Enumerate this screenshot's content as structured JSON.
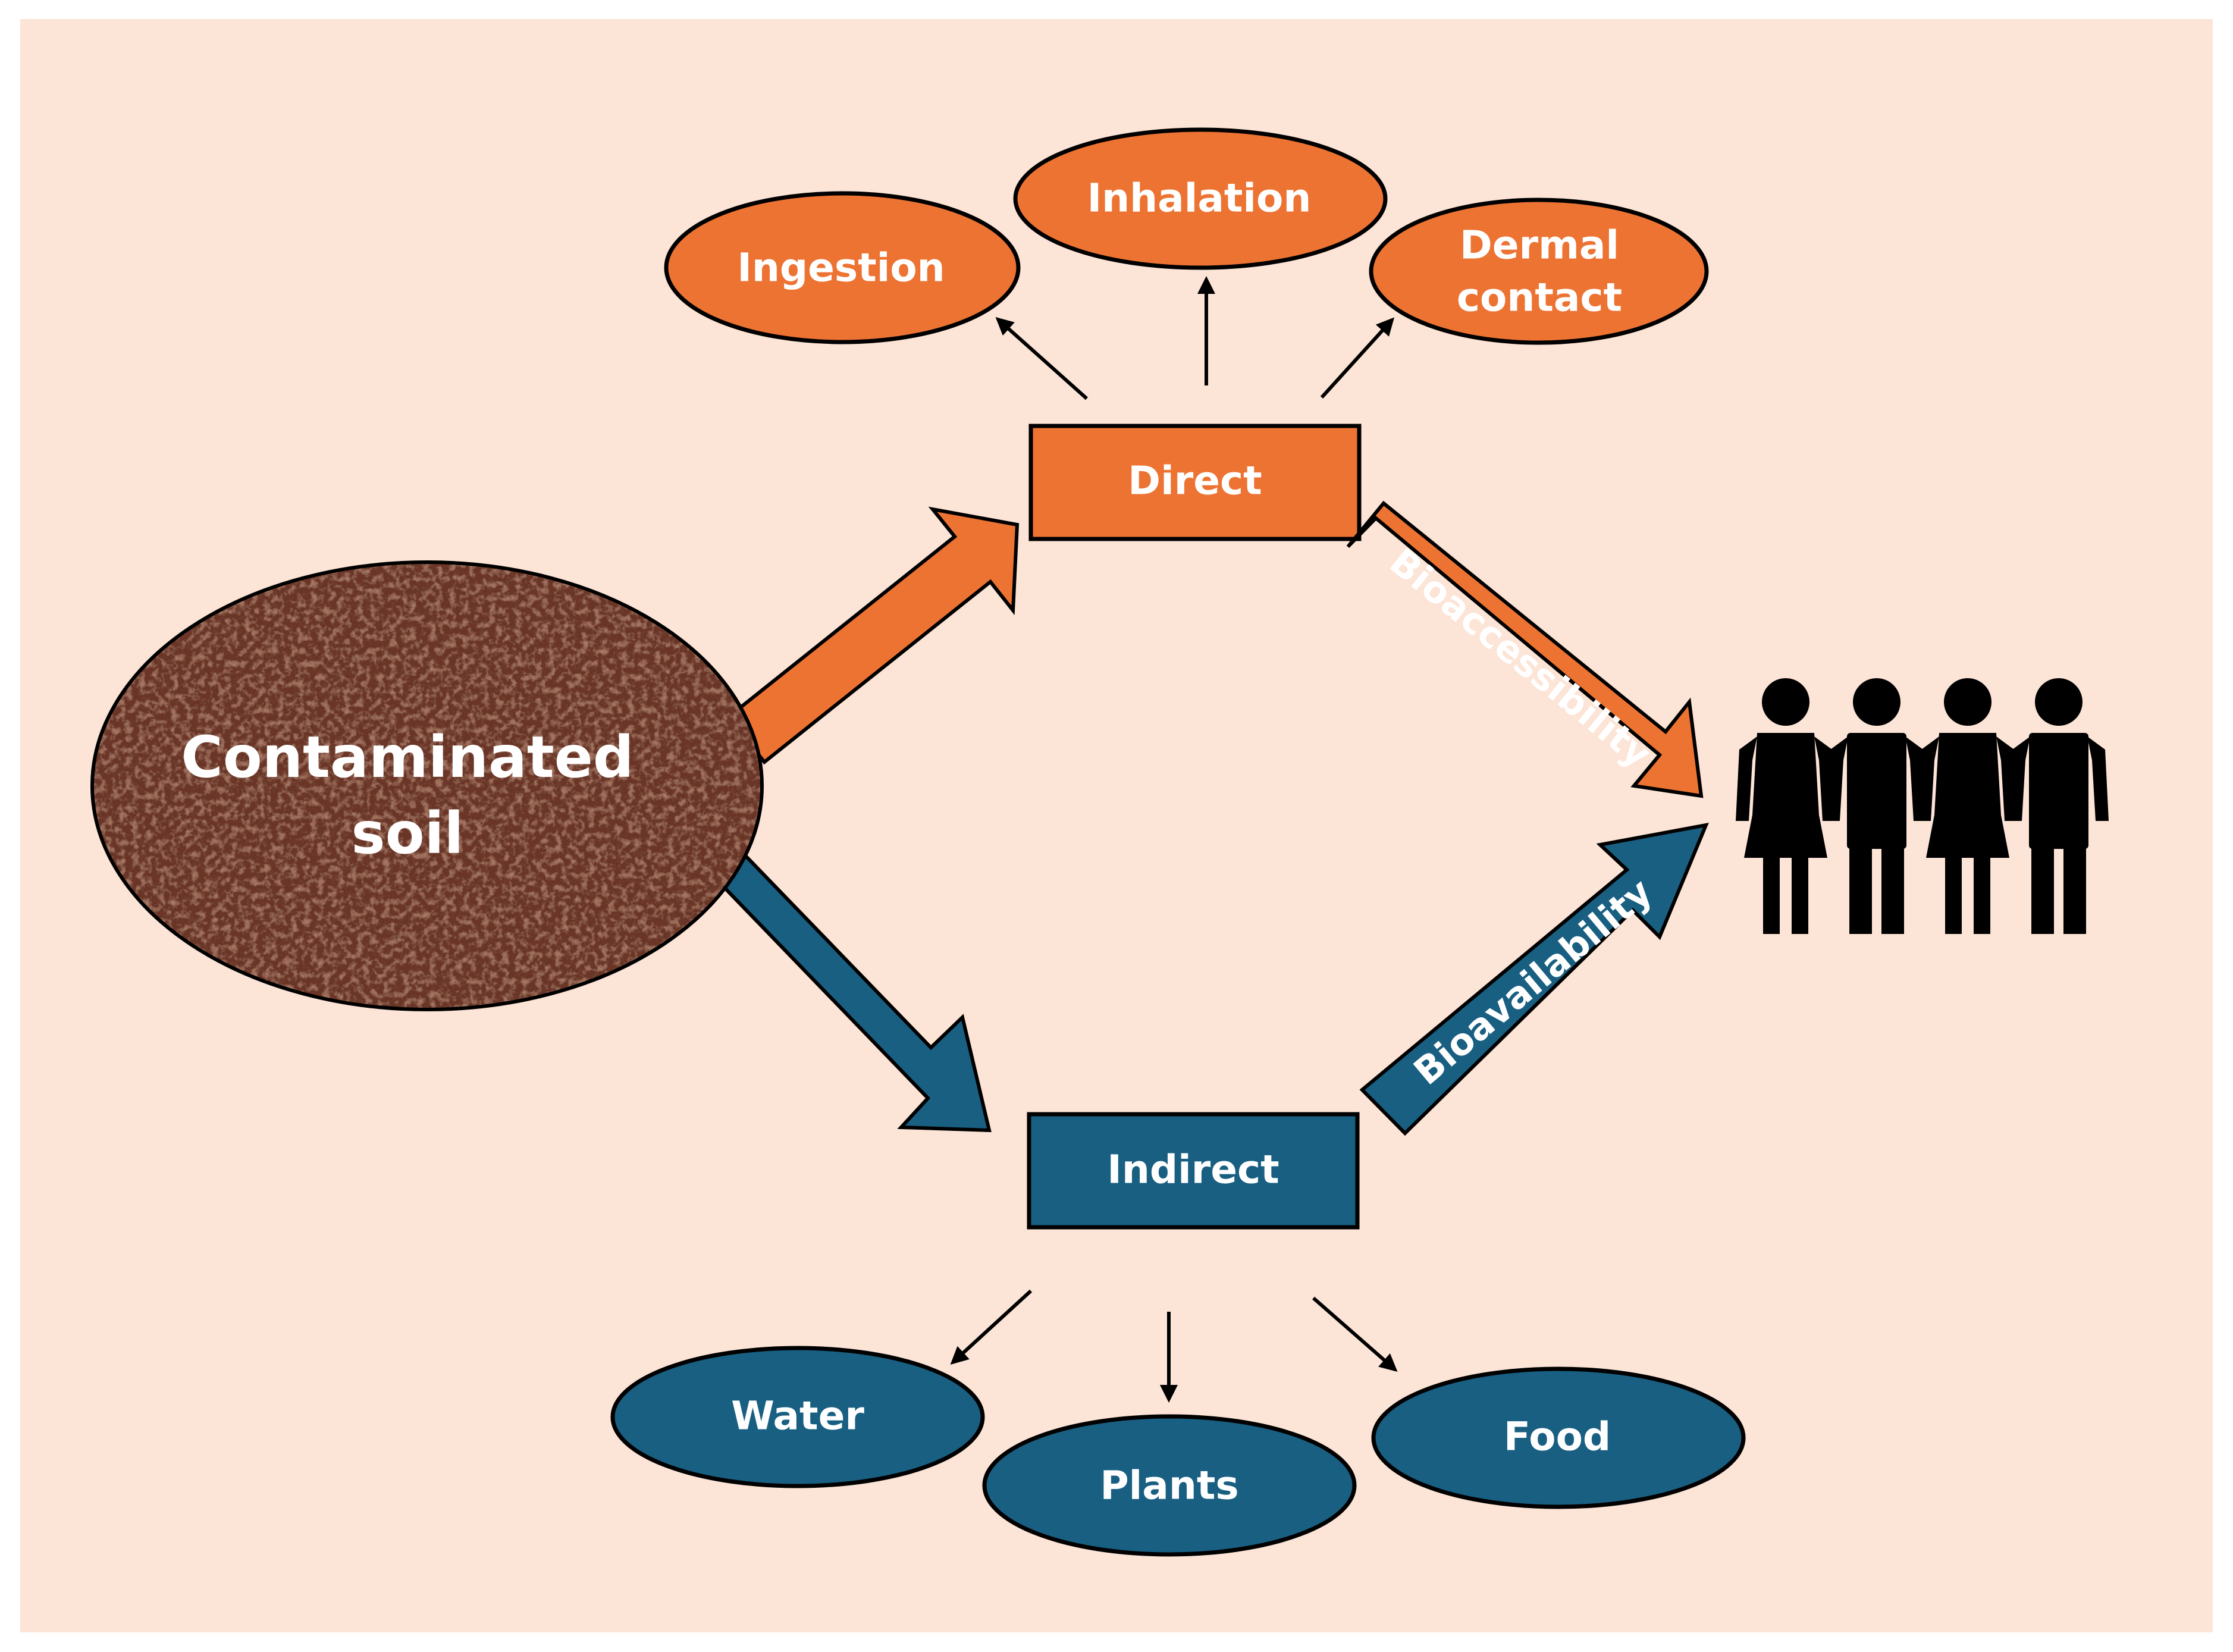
{
  "colors": {
    "background": "#fce4d6",
    "orange": "#ed7332",
    "blue": "#185f82",
    "outline": "#000000",
    "text": "#ffffff",
    "soil": "#6b3526"
  },
  "source": {
    "label_line1": "Contaminated",
    "label_line2": "soil"
  },
  "direct": {
    "label": "Direct",
    "routes": [
      {
        "label_line1": "Ingestion",
        "label_line2": ""
      },
      {
        "label_line1": "Inhalation",
        "label_line2": ""
      },
      {
        "label_line1": "Dermal",
        "label_line2": "contact"
      }
    ],
    "pathway_label": "Bioaccessibility"
  },
  "indirect": {
    "label": "Indirect",
    "routes": [
      {
        "label": "Water"
      },
      {
        "label": "Plants"
      },
      {
        "label": "Food"
      }
    ],
    "pathway_label": "Bioavailability"
  },
  "receptor": {
    "icon": "people-group-icon",
    "count": 4
  }
}
